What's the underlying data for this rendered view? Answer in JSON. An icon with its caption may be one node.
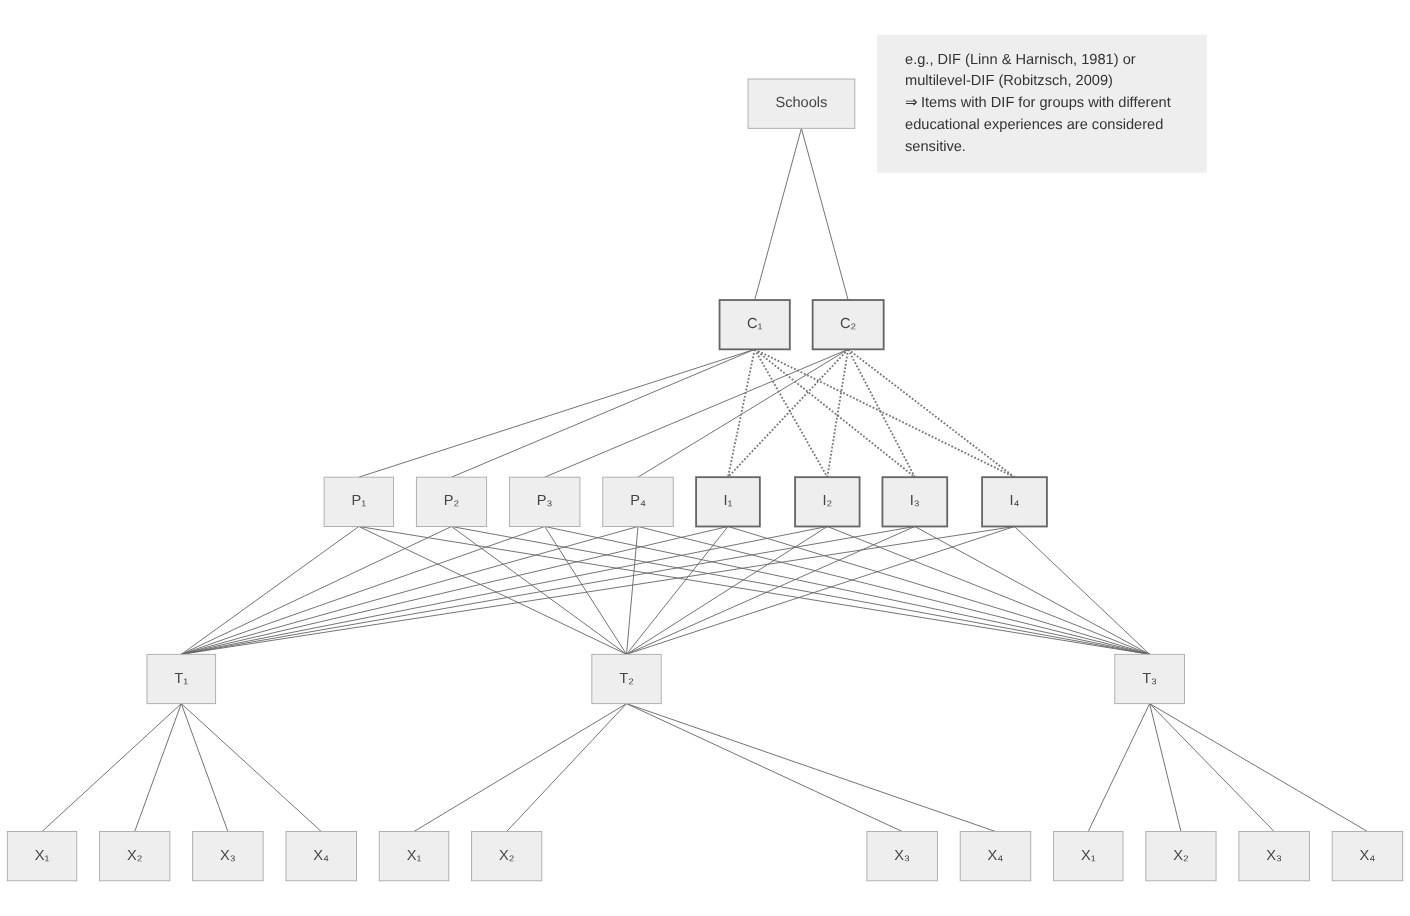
{
  "diagram": {
    "nodes": [
      {
        "text": [
          "Schools"
        ]
      },
      {
        "text": [
          "C₁"
        ]
      },
      {
        "text": [
          "C₂"
        ]
      },
      {
        "text": [
          "P₁"
        ]
      },
      {
        "text": [
          "P₂"
        ]
      },
      {
        "text": [
          "P₃"
        ]
      },
      {
        "text": [
          "P₄"
        ]
      },
      {
        "text": [
          "I₁"
        ]
      },
      {
        "text": [
          "I₂"
        ]
      },
      {
        "text": [
          "I₃"
        ]
      },
      {
        "text": [
          "I₄"
        ]
      },
      {
        "text": [
          "T₁"
        ]
      },
      {
        "text": [
          "T₂"
        ]
      },
      {
        "text": [
          "T₃"
        ]
      },
      {
        "text": [
          "X₁"
        ]
      },
      {
        "text": [
          "X₂"
        ]
      },
      {
        "text": [
          "X₃"
        ]
      },
      {
        "text": [
          "X₄"
        ]
      },
      {
        "text": [
          "X₁"
        ]
      },
      {
        "text": [
          "X₂"
        ]
      },
      {
        "text": [
          "X₃"
        ]
      },
      {
        "text": [
          "X₄"
        ]
      },
      {
        "text": [
          "X₁"
        ]
      },
      {
        "text": [
          "X₂"
        ]
      },
      {
        "text": [
          "X₃"
        ]
      },
      {
        "text": [
          "X₄"
        ]
      },
      {
        "text": [
          "e.g., DIF (Linn & Harnisch, 1981) or multilevel-DIF (Robitzsch, 2009)",
          "⇒ Items with DIF for groups with different educational experiences are considered sensitive."
        ]
      }
    ],
    "edges": [
      {
        "from": 0,
        "to": 1,
        "arrow": "none"
      },
      {
        "from": 0,
        "to": 2,
        "arrow": "none"
      },
      {
        "from": 1,
        "to": 3,
        "arrow": "none"
      },
      {
        "from": 1,
        "to": 4,
        "arrow": "none"
      },
      {
        "from": 2,
        "to": 5,
        "arrow": "none"
      },
      {
        "from": 2,
        "to": 6,
        "arrow": "none"
      },
      {
        "from": 1,
        "to": 7,
        "arrow": "none",
        "style": "dashed"
      },
      {
        "from": 1,
        "to": 8,
        "arrow": "none",
        "style": "dashed"
      },
      {
        "from": 1,
        "to": 9,
        "arrow": "none",
        "style": "dashed"
      },
      {
        "from": 1,
        "to": 10,
        "arrow": "none",
        "style": "dashed"
      },
      {
        "from": 2,
        "to": 7,
        "arrow": "none",
        "style": "dashed"
      },
      {
        "from": 2,
        "to": 8,
        "arrow": "none",
        "style": "dashed"
      },
      {
        "from": 2,
        "to": 9,
        "arrow": "none",
        "style": "dashed"
      },
      {
        "from": 2,
        "to": 10,
        "arrow": "none",
        "style": "dashed"
      },
      {
        "from": 3,
        "to": 11,
        "arrow": "none"
      },
      {
        "from": 3,
        "to": 12,
        "arrow": "none"
      },
      {
        "from": 3,
        "to": 13,
        "arrow": "none"
      },
      {
        "from": 4,
        "to": 11,
        "arrow": "none"
      },
      {
        "from": 4,
        "to": 12,
        "arrow": "none"
      },
      {
        "from": 4,
        "to": 13,
        "arrow": "none"
      },
      {
        "from": 5,
        "to": 11,
        "arrow": "none"
      },
      {
        "from": 5,
        "to": 12,
        "arrow": "none"
      },
      {
        "from": 5,
        "to": 13,
        "arrow": "none"
      },
      {
        "from": 6,
        "to": 11,
        "arrow": "none"
      },
      {
        "from": 6,
        "to": 12,
        "arrow": "none"
      },
      {
        "from": 6,
        "to": 13,
        "arrow": "none"
      },
      {
        "from": 7,
        "to": 11,
        "arrow": "none"
      },
      {
        "from": 7,
        "to": 12,
        "arrow": "none"
      },
      {
        "from": 7,
        "to": 13,
        "arrow": "none"
      },
      {
        "from": 8,
        "to": 11,
        "arrow": "none"
      },
      {
        "from": 8,
        "to": 12,
        "arrow": "none"
      },
      {
        "from": 8,
        "to": 13,
        "arrow": "none"
      },
      {
        "from": 9,
        "to": 11,
        "arrow": "none"
      },
      {
        "from": 9,
        "to": 12,
        "arrow": "none"
      },
      {
        "from": 9,
        "to": 13,
        "arrow": "none"
      },
      {
        "from": 10,
        "to": 11,
        "arrow": "none"
      },
      {
        "from": 10,
        "to": 12,
        "arrow": "none"
      },
      {
        "from": 10,
        "to": 13,
        "arrow": "none"
      },
      {
        "from": 11,
        "to": 14,
        "arrow": "none"
      },
      {
        "from": 11,
        "to": 15,
        "arrow": "none"
      },
      {
        "from": 11,
        "to": 16,
        "arrow": "none"
      },
      {
        "from": 11,
        "to": 17,
        "arrow": "none"
      },
      {
        "from": 12,
        "to": 18,
        "arrow": "none"
      },
      {
        "from": 12,
        "to": 19,
        "arrow": "none"
      },
      {
        "from": 12,
        "to": 20,
        "arrow": "none"
      },
      {
        "from": 12,
        "to": 21,
        "arrow": "none"
      },
      {
        "from": 13,
        "to": 22,
        "arrow": "none"
      },
      {
        "from": 13,
        "to": 23,
        "arrow": "none"
      },
      {
        "from": 13,
        "to": 24,
        "arrow": "none"
      },
      {
        "from": 13,
        "to": 25,
        "arrow": "none"
      }
    ]
  }
}
